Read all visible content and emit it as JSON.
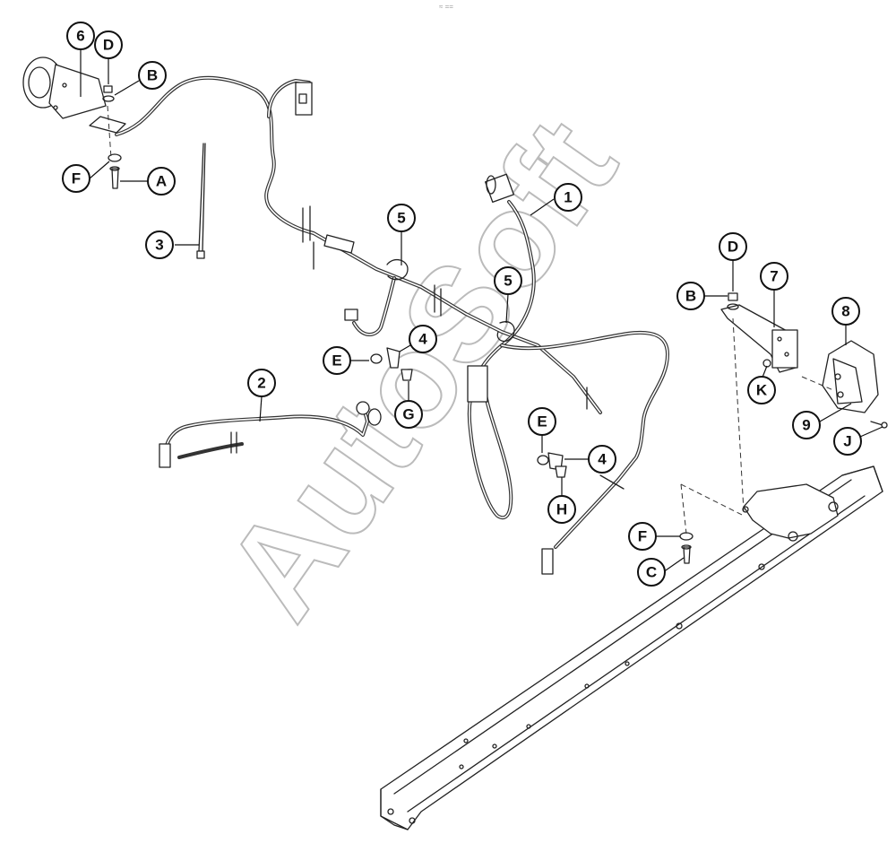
{
  "header_mark": "≈ ==",
  "watermark": "AutoSoft",
  "callouts": {
    "c1": "1",
    "c2": "2",
    "c3": "3",
    "c4a": "4",
    "c4b": "4",
    "c5a": "5",
    "c5b": "5",
    "c6": "6",
    "c7": "7",
    "c8": "8",
    "c9": "9",
    "cA": "A",
    "cB1": "B",
    "cB2": "B",
    "cC": "C",
    "cD1": "D",
    "cD2": "D",
    "cE1": "E",
    "cE2": "E",
    "cF1": "F",
    "cF2": "F",
    "cG": "G",
    "cH": "H",
    "cJ": "J",
    "cK": "K"
  }
}
